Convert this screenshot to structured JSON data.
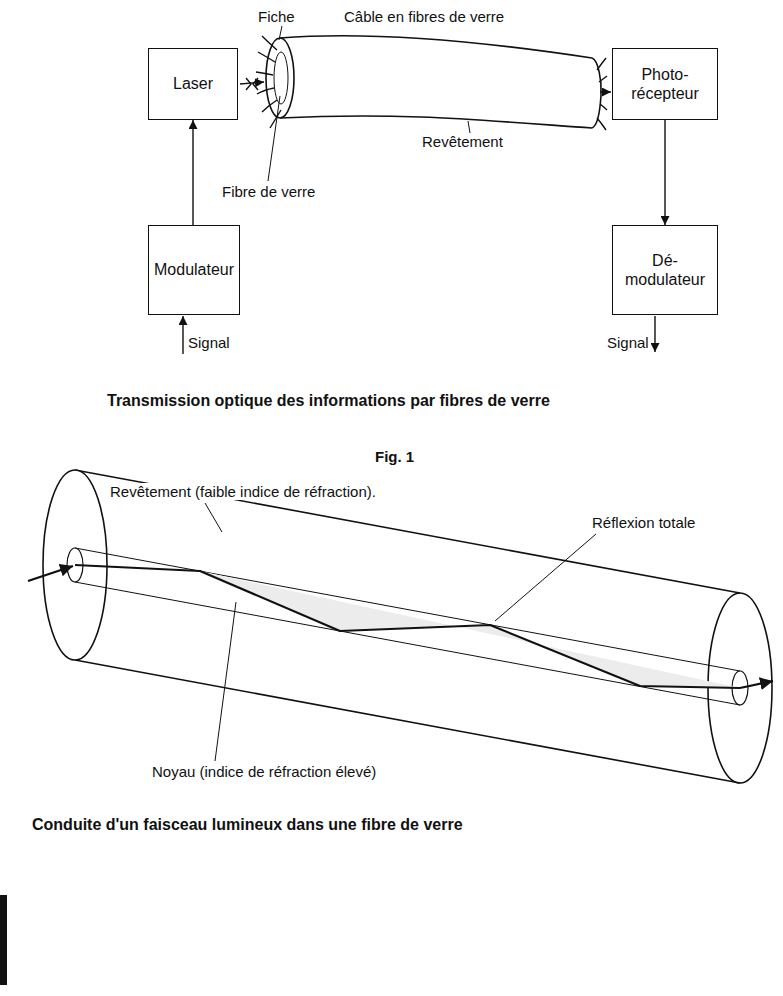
{
  "diagram": {
    "nodes": [
      {
        "text": [
          "Laser"
        ]
      },
      {
        "text": [
          "Modulateur"
        ]
      },
      {
        "text": [
          "Photo- récepteur"
        ]
      },
      {
        "text": [
          "Dé- modulateur"
        ]
      }
    ],
    "edges": [
      {
        "from": 1,
        "to": 0,
        "arrow": "to"
      },
      {
        "from": 2,
        "to": 3,
        "arrow": "to"
      }
    ],
    "labels": [
      "Fiche",
      "Câble en fibres de verre",
      "Revêtement",
      "Fibre de verre",
      "Signal",
      "Signal",
      "Transmission optique des informations par fibres de verre",
      "Fig. 1",
      "Revêtement (faible indice de réfraction).",
      "Réflexion totale",
      "Noyau (indice de réfraction élevé)",
      "Conduite d'un faisceau lumineux dans une fibre de verre"
    ]
  }
}
